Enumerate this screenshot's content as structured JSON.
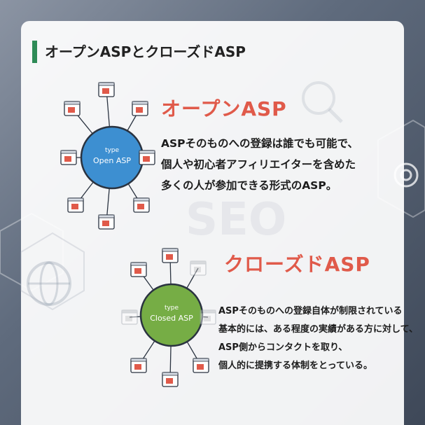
{
  "page": {
    "title": "オープンASPとクローズドASP"
  },
  "open_asp": {
    "heading": "オープンASP",
    "node_type": "type",
    "node_label": "Open ASP",
    "lines": [
      "ASPそのものへの登録は誰でも可能で、",
      "個人や初心者アフィリエイターを含めた",
      "多くの人が参加できる形式のASP。"
    ]
  },
  "closed_asp": {
    "heading": "クローズドASP",
    "node_type": "type",
    "node_label": "Closed ASP",
    "lines": [
      "ASPそのものへの登録自体が制限されている",
      "基本的には、ある程度の実績がある方に対して、",
      "ASP側からコンタクトを取り、",
      "個人的に提携する体制をとっている。"
    ]
  },
  "colors": {
    "accent_green_bar": "#2e8b57",
    "heading_red": "#e05a4a",
    "open_node": "#3d8fd1",
    "closed_node": "#76ad45"
  },
  "background_text": "SEO"
}
